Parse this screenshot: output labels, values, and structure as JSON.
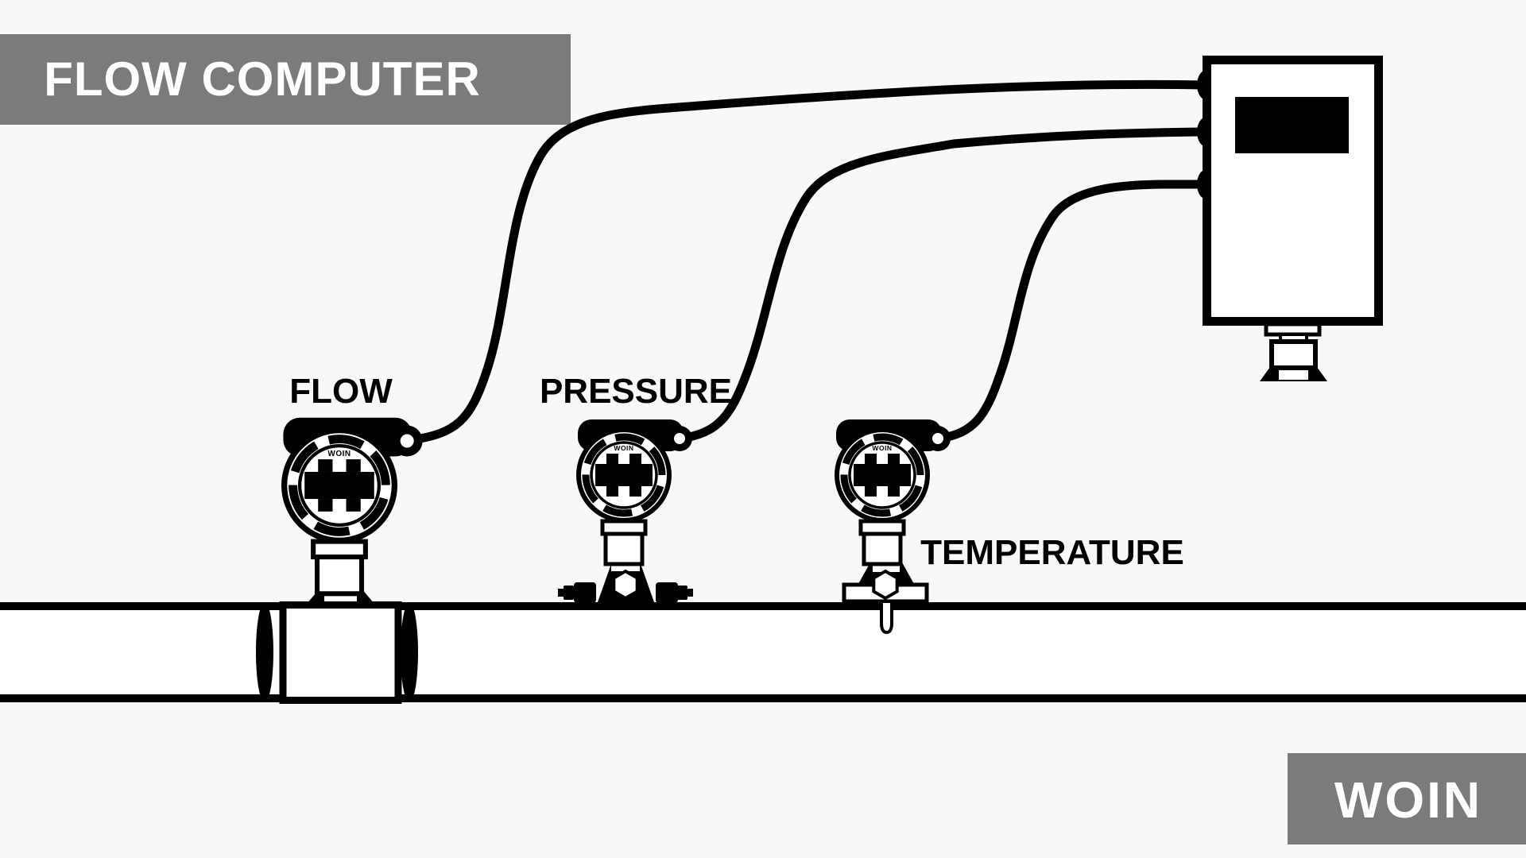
{
  "colors": {
    "background": "#f8f8f8",
    "ink": "#000000",
    "banner_gray": "#7b7b7b",
    "banner_text": "#ffffff"
  },
  "banners": {
    "top_left": "FLOW COMPUTER",
    "bottom_right": "WOIN"
  },
  "transmitters": [
    {
      "label": "FLOW",
      "brand": "WOIN"
    },
    {
      "label": "PRESSURE",
      "brand": "WOIN"
    },
    {
      "label": "TEMPERATURE",
      "brand": "WOIN"
    }
  ]
}
